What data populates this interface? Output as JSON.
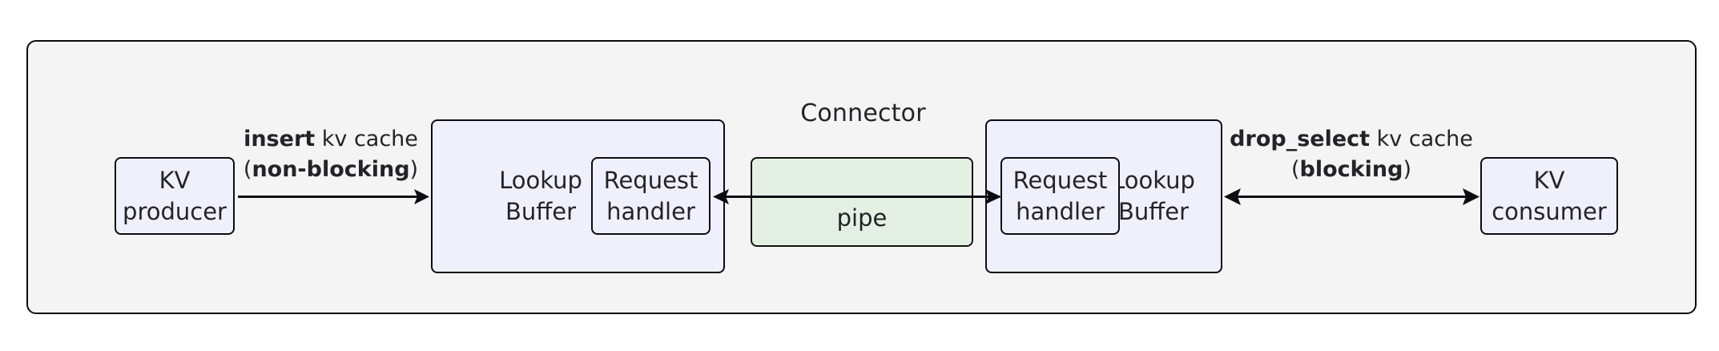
{
  "diagram": {
    "container": {
      "title": "Connector",
      "fill_color": "#f4f4f4",
      "stroke_color": "#0c0c12"
    },
    "colors": {
      "node_fill": "#eef1fc",
      "pipe_fill": "#e3f0e3",
      "stroke": "#0c0c12",
      "text": "#232329"
    },
    "nodes": {
      "kv_producer": {
        "line1": "KV",
        "line2": "producer"
      },
      "lookup_buffer_left": {
        "line1": "Lookup",
        "line2": "Buffer"
      },
      "request_handler_left": {
        "line1": "Request",
        "line2": "handler"
      },
      "pipe": {
        "label": "pipe"
      },
      "request_handler_right": {
        "line1": "Request",
        "line2": "handler"
      },
      "lookup_buffer_right": {
        "line1": "Lookup",
        "line2": "Buffer"
      },
      "kv_consumer": {
        "line1": "KV",
        "line2": "consumer"
      }
    },
    "edges": {
      "insert": {
        "line1_bold": "insert",
        "line1_rest": " kv cache",
        "line2_open": "(",
        "line2_bold": "non-blocking",
        "line2_close": ")",
        "direction": "right"
      },
      "drop_select": {
        "line1_bold": "drop_select",
        "line1_rest": " kv cache",
        "line2_open": "(",
        "line2_bold": "blocking",
        "line2_close": ")",
        "direction": "both"
      },
      "pipe_left": {
        "direction": "left"
      },
      "pipe_right": {
        "direction": "right"
      }
    }
  }
}
